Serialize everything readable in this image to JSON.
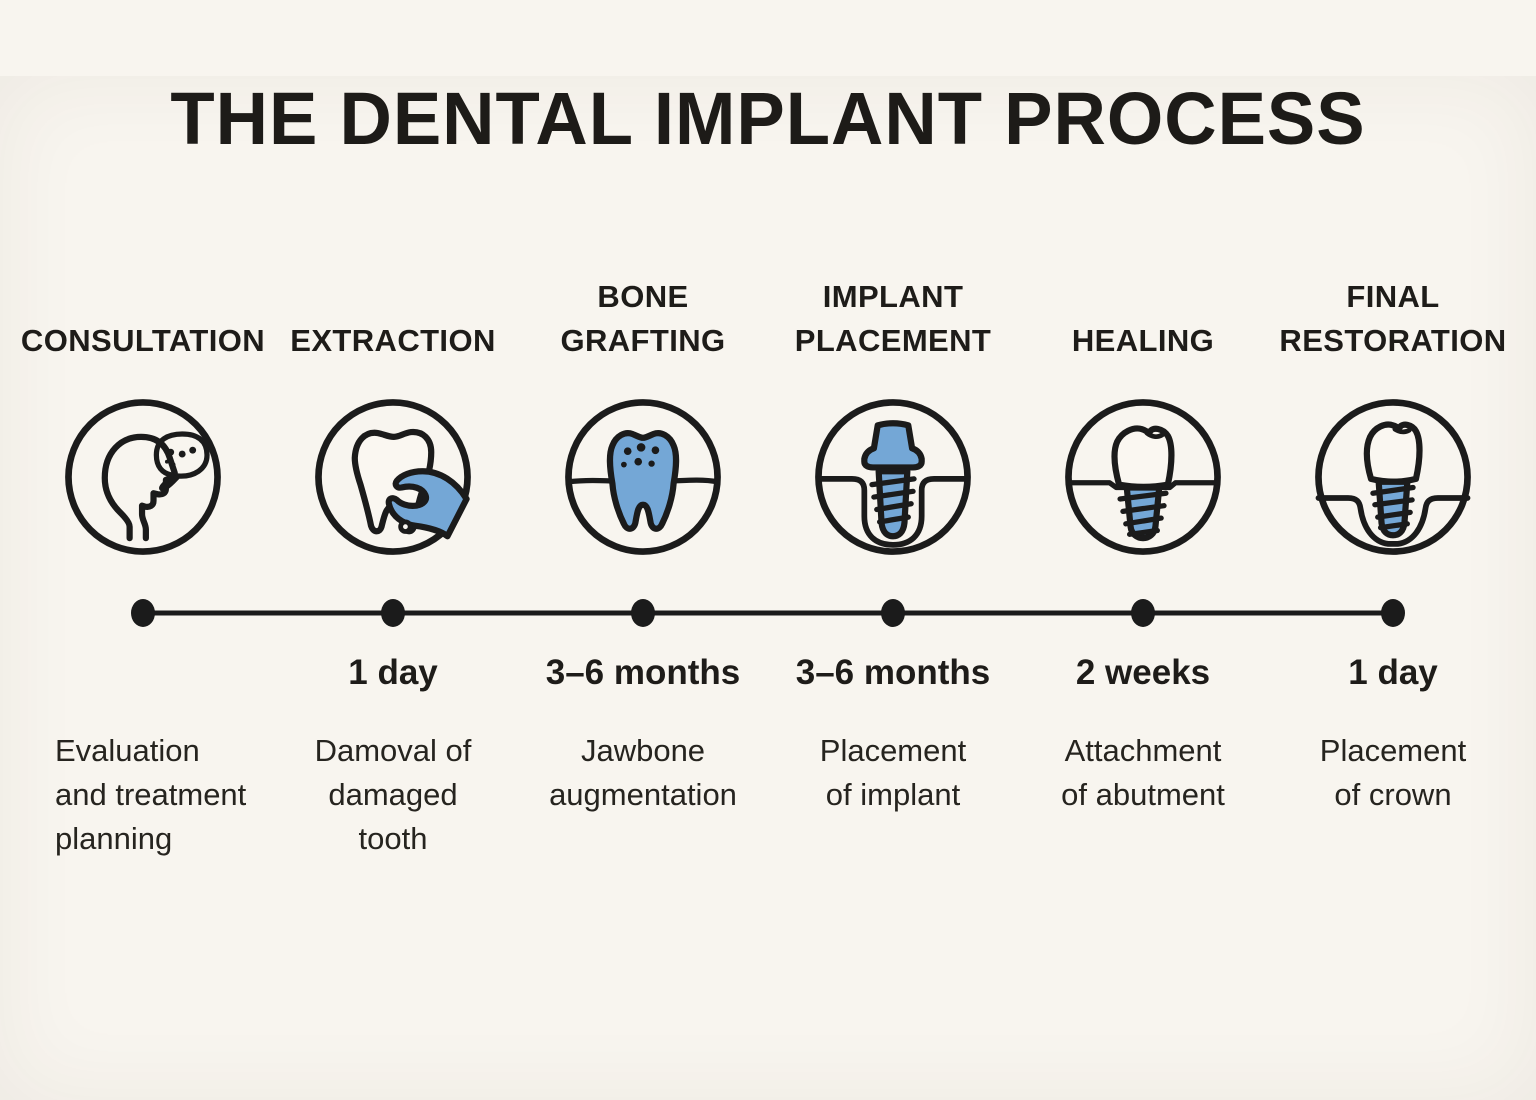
{
  "title": "THE DENTAL IMPLANT PROCESS",
  "colors": {
    "background": "#F8F5EF",
    "text": "#1E1C19",
    "accent_blue": "#74A7D6",
    "outline": "#1B1B1B"
  },
  "timeline": {
    "dot_count": 6
  },
  "stages": [
    {
      "label": "CONSULTATION",
      "icon": "consultation-icon",
      "duration": "",
      "description": "Evaluation\nand treatment\nplanning"
    },
    {
      "label": "EXTRACTION",
      "icon": "extraction-icon",
      "duration": "1 day",
      "description": "Damoval of\ndamaged\ntooth"
    },
    {
      "label": "BONE\nGRAFTING",
      "icon": "bone-grafting-icon",
      "duration": "3–6 months",
      "description": "Jawbone\naugmentation"
    },
    {
      "label": "IMPLANT\nPLACEMENT",
      "icon": "implant-placement-icon",
      "duration": "3–6 months",
      "description": "Placement\nof implant"
    },
    {
      "label": "HEALING",
      "icon": "healing-icon",
      "duration": "2 weeks",
      "description": "Attachment\nof abutment"
    },
    {
      "label": "FINAL\nRESTORATION",
      "icon": "final-restoration-icon",
      "duration": "1 day",
      "description": "Placement\nof crown"
    }
  ]
}
